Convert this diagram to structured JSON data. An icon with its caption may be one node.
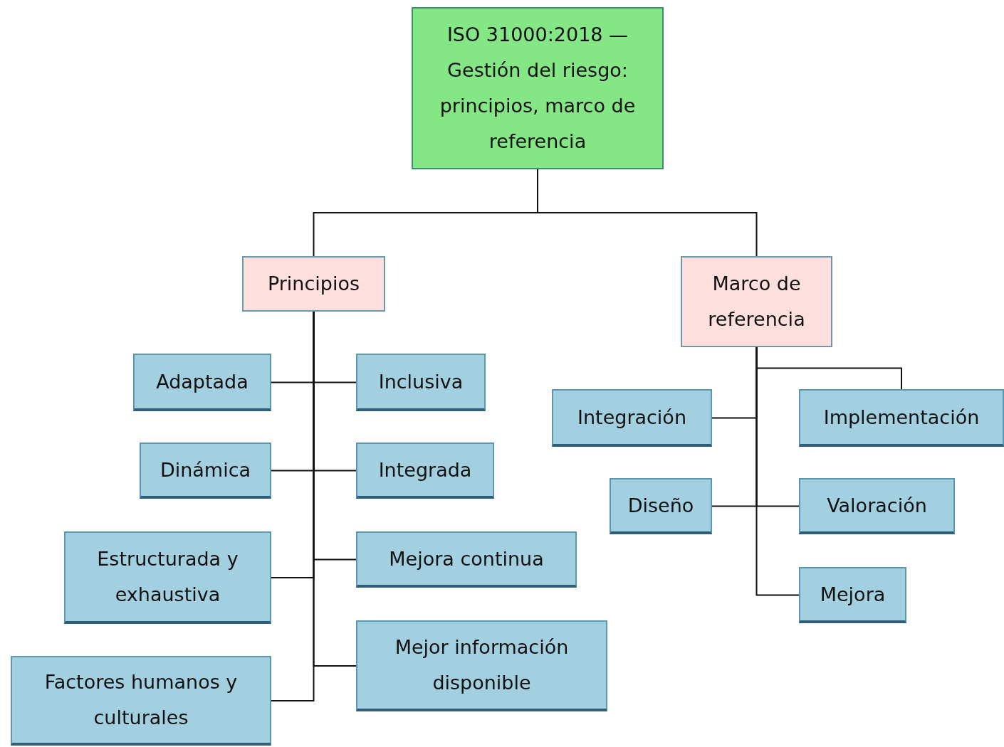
{
  "diagram": {
    "nodes": [
      {
        "text": [
          "ISO 31000:2018 — Gestión del riesgo: principios, marco de referencia"
        ]
      },
      {
        "text": [
          "Principios"
        ]
      },
      {
        "text": [
          "Marco de referencia"
        ]
      },
      {
        "text": [
          "Adaptada"
        ]
      },
      {
        "text": [
          "Inclusiva"
        ]
      },
      {
        "text": [
          "Dinámica"
        ]
      },
      {
        "text": [
          "Integrada"
        ]
      },
      {
        "text": [
          "Estructurada y exhaustiva"
        ]
      },
      {
        "text": [
          "Mejora continua"
        ]
      },
      {
        "text": [
          "Factores humanos y culturales"
        ]
      },
      {
        "text": [
          "Mejor información disponible"
        ]
      },
      {
        "text": [
          "Integración"
        ]
      },
      {
        "text": [
          "Implementación"
        ]
      },
      {
        "text": [
          "Diseño"
        ]
      },
      {
        "text": [
          "Valoración"
        ]
      },
      {
        "text": [
          "Mejora"
        ]
      }
    ],
    "edges": [
      {
        "from": 0,
        "to": 1,
        "arrow": "none"
      },
      {
        "from": 0,
        "to": 2,
        "arrow": "none"
      },
      {
        "from": 1,
        "to": 3,
        "arrow": "none"
      },
      {
        "from": 1,
        "to": 4,
        "arrow": "none"
      },
      {
        "from": 1,
        "to": 5,
        "arrow": "none"
      },
      {
        "from": 1,
        "to": 6,
        "arrow": "none"
      },
      {
        "from": 1,
        "to": 7,
        "arrow": "none"
      },
      {
        "from": 1,
        "to": 8,
        "arrow": "none"
      },
      {
        "from": 1,
        "to": 9,
        "arrow": "none"
      },
      {
        "from": 1,
        "to": 10,
        "arrow": "none"
      },
      {
        "from": 2,
        "to": 11,
        "arrow": "none"
      },
      {
        "from": 2,
        "to": 12,
        "arrow": "none"
      },
      {
        "from": 2,
        "to": 13,
        "arrow": "none"
      },
      {
        "from": 2,
        "to": 14,
        "arrow": "none"
      },
      {
        "from": 2,
        "to": 15,
        "arrow": "none"
      }
    ]
  }
}
